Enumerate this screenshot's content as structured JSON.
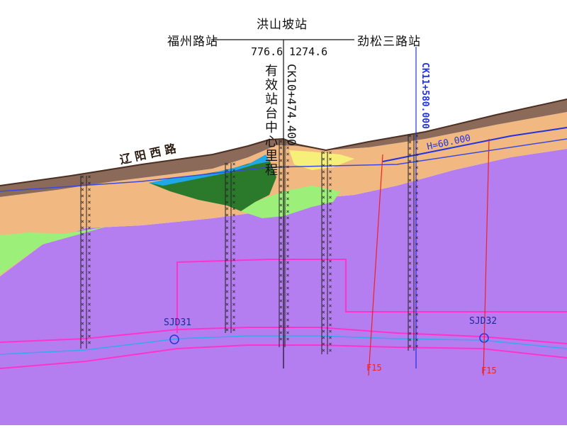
{
  "stations": {
    "center": "洪山坡站",
    "left": "福州路站",
    "right": "劲松三路站"
  },
  "distances": {
    "left": "776.6",
    "right": "1274.6"
  },
  "center_mileage": {
    "name": "有效站台中心里程",
    "value": "CK10+474.400"
  },
  "right_annotation": {
    "line1": "CK11+580.000",
    "line2": "H=60.000"
  },
  "road_label": "辽 阳 西 路",
  "markers": [
    "SJD31",
    "SJD32"
  ],
  "fault_labels": [
    "F15",
    "F15"
  ],
  "colors": {
    "bedrock": "#b47ef0",
    "sand": "#f2b882",
    "topsoil": "#8b6a5a",
    "dark_green": "#2b7a2b",
    "light_green": "#9cf07a",
    "blue_layer": "#1ea8e8",
    "yellow_layer": "#f6f07a",
    "tunnel": "#ff33cc",
    "alignment": "#2233dd"
  }
}
